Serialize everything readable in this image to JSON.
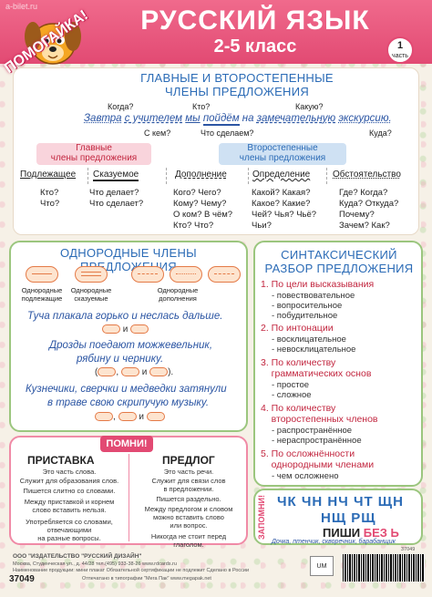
{
  "header": {
    "bg_text": "a-bilet.ru",
    "title": "РУССКИЙ ЯЗЫК",
    "subtitle": "2-5 класс",
    "part_num": "1",
    "part_label": "часть",
    "logo_text": "ПОМОГАЙКА!"
  },
  "main": {
    "title_line1": "ГЛАВНЫЕ И ВТОРОСТЕПЕННЫЕ",
    "title_line2": "ЧЛЕНЫ ПРЕДЛОЖЕНИЯ",
    "q_kogda": "Когда?",
    "q_kto": "Кто?",
    "q_kakuyu": "Какую?",
    "sentence_p1": "Завтра",
    "sentence_p2": "с учителем",
    "sentence_p3": "мы",
    "sentence_p4": "пойдём",
    "sentence_p5": "на",
    "sentence_p6": "замечательную",
    "sentence_p7": "экскурсию.",
    "q_s_kem": "С кем?",
    "q_chto_sdelaem": "Что сделаем?",
    "q_kuda": "Куда?",
    "group_main": "Главные\nчлены предложения",
    "group_secondary": "Второстепенные\nчлены предложения",
    "columns": [
      {
        "head": "Подлежащее",
        "questions": "Кто?\nЧто?"
      },
      {
        "head": "Сказуемое",
        "questions": "Что делает?\nЧто сделает?"
      },
      {
        "head": "Дополнение",
        "questions": "Кого? Чего?\nКому? Чему?\nО ком? В чём?\nКто? Что?"
      },
      {
        "head": "Определение",
        "questions": "Какой? Какая?\nКакое? Какие?\nЧей? Чья? Чьё?\nЧьи?"
      },
      {
        "head": "Обстоятельство",
        "questions": "Где? Когда?\nКуда? Откуда?\nПочему?\nЗачем? Как?"
      }
    ]
  },
  "homogeneous": {
    "title": "ОДНОРОДНЫЕ ЧЛЕНЫ ПРЕДЛОЖЕНИЯ",
    "captions": [
      "Однородные\nподлежащие",
      "Однородные\nсказуемые",
      "Однородные\nдополнения"
    ],
    "sent1": "Туча плакала горько и неслась дальше.",
    "scheme1_and": "и",
    "sent2_l1": "Дрозды поедают можжевельник,",
    "sent2_l2": "рябину и чернику.",
    "scheme2": "(___, ___ и ___).",
    "sent3_l1": "Кузнечики, сверчки и медведки затянули",
    "sent3_l2": "в траве свою скрипучую музыку."
  },
  "syntax": {
    "title_l1": "СИНТАКСИЧЕСКИЙ",
    "title_l2": "РАЗБОР ПРЕДЛОЖЕНИЯ",
    "items": [
      {
        "num": "1. По цели высказывания",
        "subs": [
          "- повествовательное",
          "- вопросительное",
          "- побудительное"
        ]
      },
      {
        "num": "2. По интонации",
        "subs": [
          "- восклицательное",
          "- невосклицательное"
        ]
      },
      {
        "num": "3. По количеству\n    грамматических основ",
        "subs": [
          "- простое",
          "- сложное"
        ]
      },
      {
        "num": "4. По количеству\n    второстепенных членов",
        "subs": [
          "- распространённое",
          "- нераспространённое"
        ]
      },
      {
        "num": "5. По осложнённости\n    однородными членами",
        "subs": [
          "- чем осложнено"
        ]
      }
    ]
  },
  "pomni": {
    "title": "ПОМНИ!",
    "pristavka": "ПРИСТАВКА",
    "predlog": "ПРЕДЛОГ",
    "p1": "Это часть слова.",
    "p2": "Служит для образования слов.",
    "p3": "Пишется слитно со словами.",
    "p4": "Между приставкой и корнем\nслово вставить нельзя.",
    "p5": "Употребляется со словами,\nотвечающими\nна разные вопросы.",
    "r1": "Это часть речи.",
    "r2": "Служит для связи слов\nв предложении.",
    "r3": "Пишется раздельно.",
    "r4": "Между предлогом и словом\nможно вставить слово\nили вопрос.",
    "r5": "Никогда не стоит перед\nглаголом."
  },
  "letters": {
    "zapomni": "ЗАПОМНИ!",
    "row1": "ЧК ЧН НЧ ЧТ ЩН",
    "row2": "НЩ РЩ",
    "pishi": "ПИШИ",
    "bez": "БЕЗ",
    "soft_sign": "Ь",
    "examples": "Дочка, птенчик, скворечник, барабанщик"
  },
  "footer": {
    "l1": "ООО \"ИЗДАТЕЛЬСТВО \"РУССКИЙ ДИЗАЙН\"",
    "l2": "Москва, Студенческая ул., д. 44/28  тел.(495) 933-38-26 www.rdcards.ru",
    "l3": "Наименование продукции: мини плакат Обязательной сертификации не подлежит Сделано в России",
    "l4": "Отпечатано в типографии \"Мега Пак\"  www.megapak.net",
    "code": "37049",
    "code_right": "37049",
    "um": "UM"
  },
  "colors": {
    "accent_pink": "#e24a73",
    "accent_blue": "#2b6bb6",
    "accent_green": "#9bc67e"
  }
}
